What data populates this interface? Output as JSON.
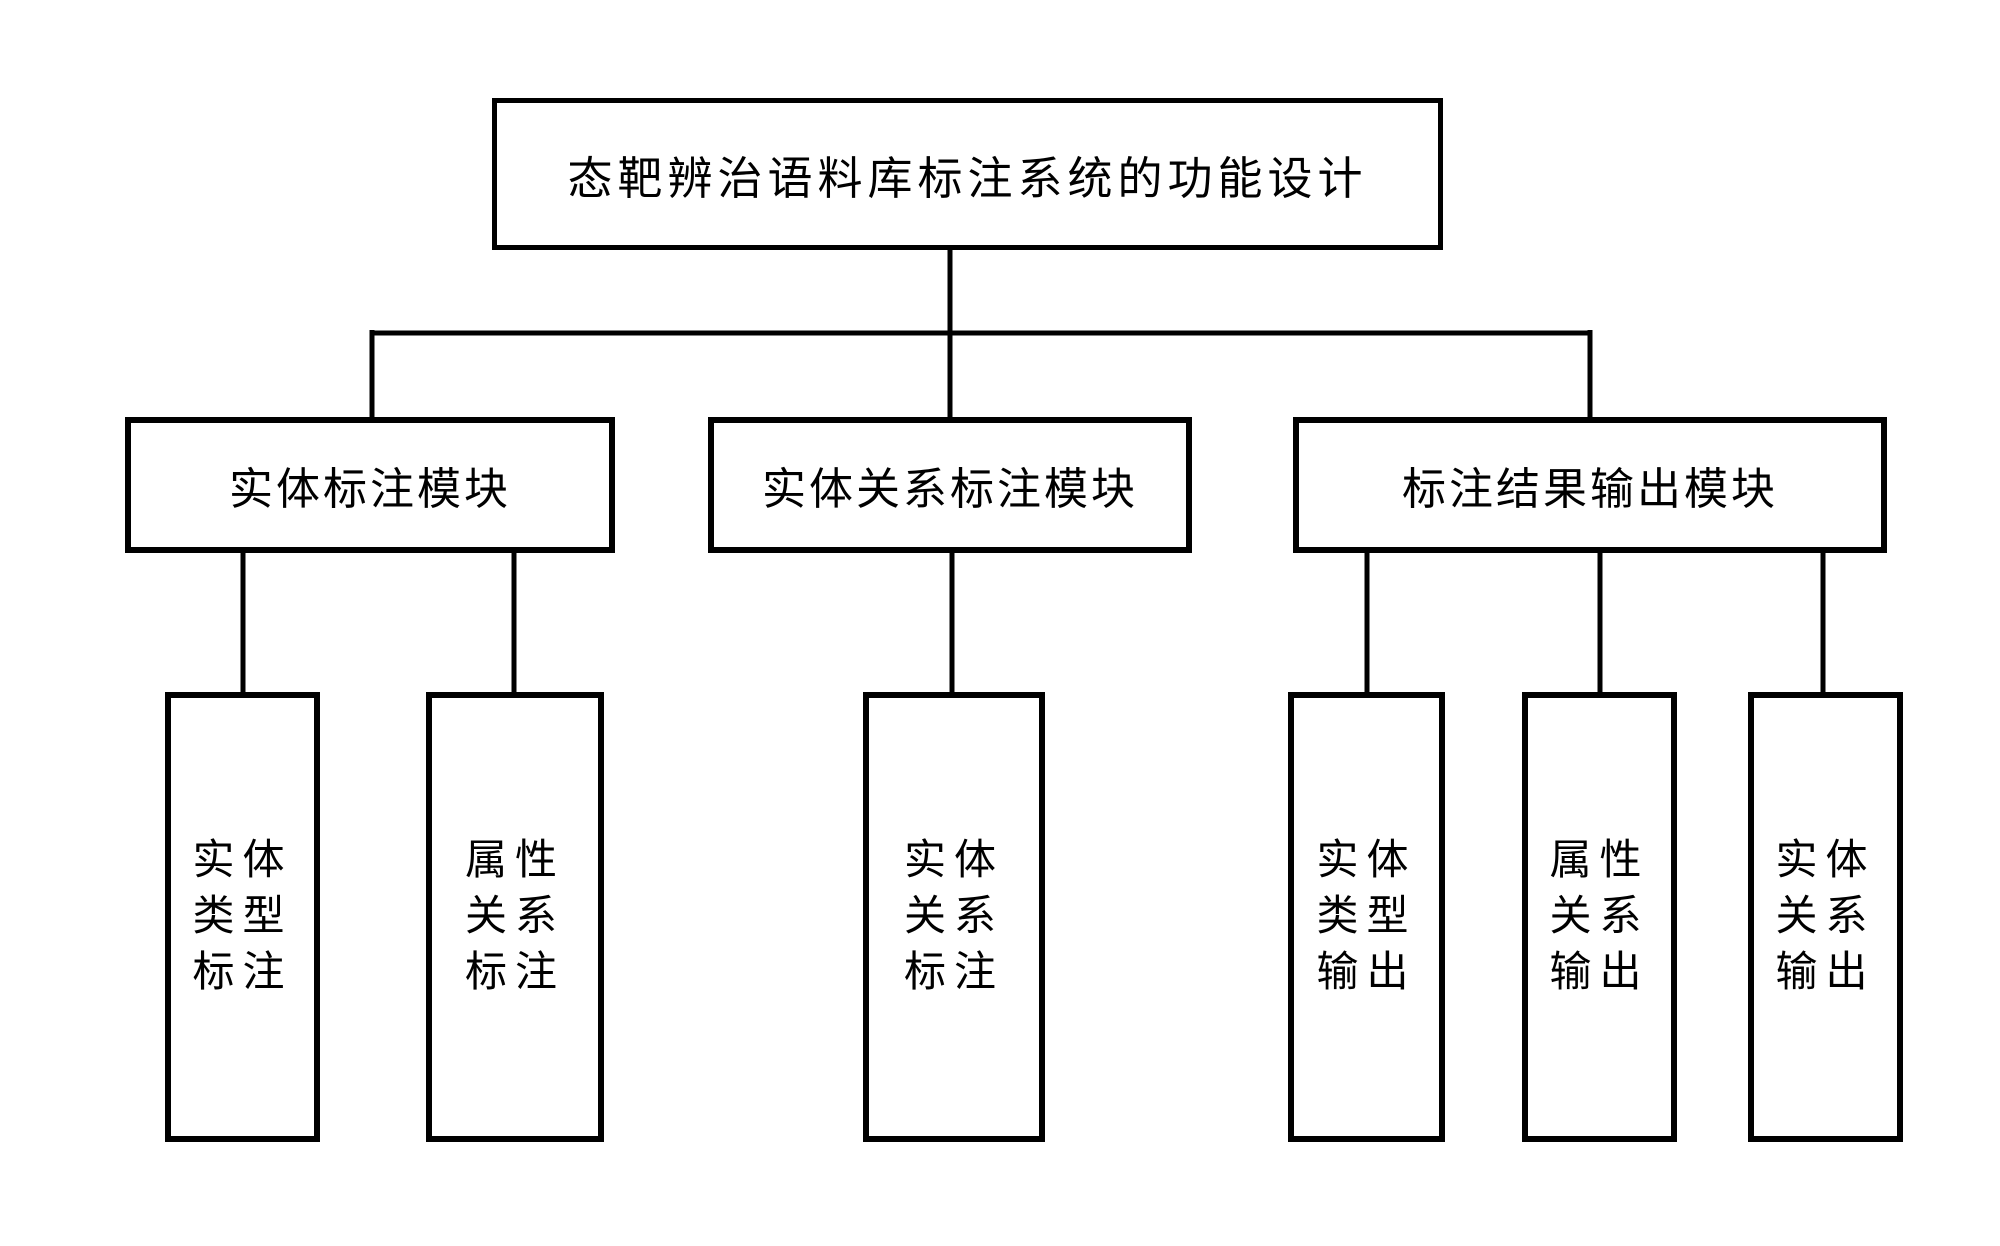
{
  "diagram": {
    "title": "态靶辨治语料库标注系统的功能设计",
    "colors": {
      "line": "#000000",
      "text": "#000000",
      "background": "#ffffff"
    },
    "root": {
      "label": "态靶辨治语料库标注系统的功能设计"
    },
    "modules": [
      {
        "label": "实体标注模块",
        "children": [
          {
            "label": "实体\n类型\n标注"
          },
          {
            "label": "属性\n关系\n标注"
          }
        ]
      },
      {
        "label": "实体关系标注模块",
        "children": [
          {
            "label": "实体\n关系\n标注"
          }
        ]
      },
      {
        "label": "标注结果输出模块",
        "children": [
          {
            "label": "实体\n类型\n输出"
          },
          {
            "label": "属性\n关系\n输出"
          },
          {
            "label": "实体\n关系\n输出"
          }
        ]
      }
    ]
  }
}
